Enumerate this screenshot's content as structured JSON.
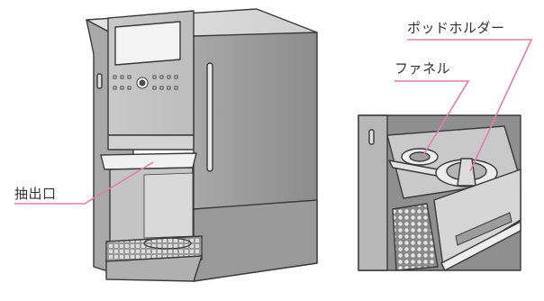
{
  "labels": {
    "pod_holder": "ポッドホルダー",
    "funnel": "ファネル",
    "outlet": "抽出口"
  },
  "colors": {
    "leader": "#e07fa6",
    "body_light": "#d6d6d6",
    "body_mid": "#b9b9b9",
    "body_dark": "#8e8e8e",
    "outline": "#3a3a3a",
    "display": "#f2f2f2"
  }
}
